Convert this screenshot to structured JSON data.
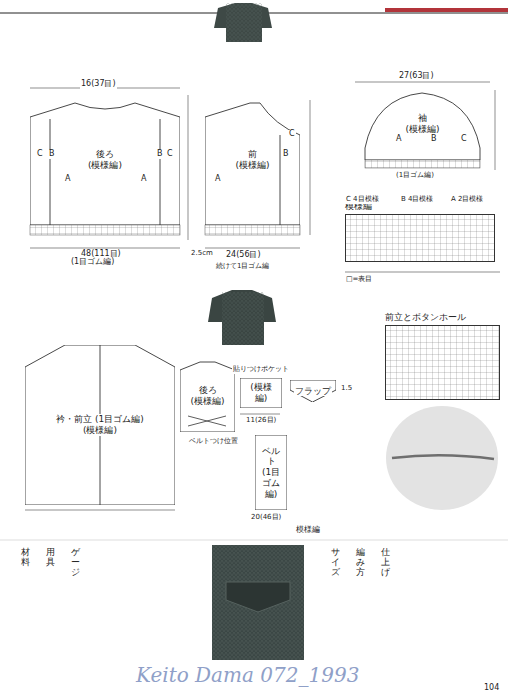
{
  "diagram": {
    "nodes": [
      {
        "text": [
          "後ろ",
          "(模様編)"
        ]
      },
      {
        "text": [
          "前",
          "(模様編)"
        ]
      },
      {
        "text": [
          "袖",
          "(模様編)"
        ]
      },
      {
        "text": [
          "模様編"
        ]
      },
      {
        "text": [
          "衿・前立 (1目ゴム編)",
          "(模様編)"
        ]
      },
      {
        "text": [
          "後ろ",
          "(模様編)"
        ]
      },
      {
        "text": [
          "(模様編)"
        ]
      },
      {
        "text": [
          "フラップ"
        ]
      },
      {
        "text": [
          "ベルト",
          "(1目ゴム編)"
        ]
      },
      {
        "text": [
          "前立とボタンホール"
        ]
      }
    ],
    "labels": [
      "16(37目)",
      "48(111目)",
      "(1目ゴム編)",
      "2.5cm",
      "C",
      "B",
      "A",
      "A",
      "B",
      "C",
      "24(56目)",
      "続けて1目ゴム編",
      "A",
      "B",
      "C",
      "27(63目)",
      "A",
      "B",
      "C",
      "(1目ゴム編)",
      "C 4目模様",
      "B 4目模様",
      "A 2目模様",
      "□=表目",
      "ベルトつけ位置",
      "貼りつけポケット",
      "11(26目)",
      "1.5",
      "模様編",
      "20(46目)",
      "104",
      "Keito Dama 072_1993",
      "材料",
      "用具",
      "ゲージ",
      "サイズ",
      "編み方",
      "仕上げ"
    ]
  }
}
